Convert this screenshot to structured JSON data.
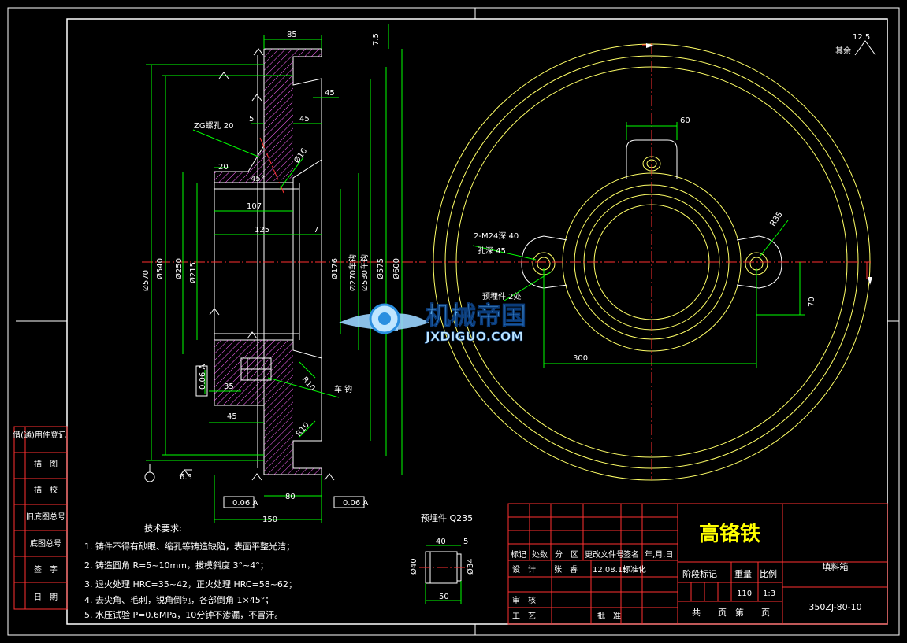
{
  "dimensions": {
    "d85": "85",
    "d75": "7.5",
    "d45a": "45",
    "d45b": "45",
    "d5": "5",
    "zg": "ZG螺孔 20",
    "d20": "20",
    "d45deg": "45°",
    "phi16": "Ø16",
    "d107": "107",
    "d125": "125",
    "d7": "7",
    "phi570": "Ø570",
    "phi540": "Ø540",
    "phi250": "Ø250",
    "phi215": "Ø215",
    "phi176": "Ø176",
    "phi270": "Ø270车钩",
    "phi530": "Ø530车钩",
    "phi575": "Ø575",
    "phi600": "Ø600",
    "r10a": "R10",
    "r10b": "R10",
    "carnote": "车 钩",
    "d35": "35",
    "d45c": "45",
    "d150": "150",
    "d80": "80",
    "r63": "6.3",
    "tol1": "0.06 A",
    "tol2": "0.06 A",
    "tol3": "0.06 A",
    "d60": "60",
    "r35": "R35",
    "m24": "2-M24深 40",
    "kong45": "孔深 45",
    "yumai": "预埋件 2处",
    "d300": "300",
    "d70": "70",
    "rough_top": "12.5",
    "qiyu": "其余"
  },
  "tech": {
    "title": "技术要求:",
    "items": [
      "1. 铸件不得有砂眼、缩孔等铸造缺陷，表面平整光洁；",
      "2. 铸造圆角 R=5~10mm，拔模斜度 3°~4°；",
      "3. 退火处理 HRC=35~42，正火处理 HRC=58~62；",
      "4. 去尖角、毛刺，锐角倒钝，各部倒角 1×45°；",
      "5. 水压试验 P=0.6MPa，10分钟不渗漏，不冒汗。"
    ]
  },
  "part": {
    "title": "预埋件 Q235",
    "d40": "40",
    "d5": "5",
    "phi40": "Ø40",
    "phi34": "Ø34",
    "d50": "50"
  },
  "left_table": [
    "借(通)用件登记",
    "描　图",
    "描　校",
    "旧底图总号",
    "底图总号",
    "签　字",
    "日　期"
  ],
  "title_block": {
    "material": "高铬铁",
    "name": "填料箱",
    "code": "350ZJ-80-10",
    "hdr": [
      "标记",
      "处数",
      "分　区",
      "更改文件号",
      "签名",
      "年,月,日"
    ],
    "design": "设　计",
    "designer": "张　睿",
    "date": "12.08.15",
    "standard": "标准化",
    "review": "审　核",
    "process": "工　艺",
    "approve": "批　准",
    "stage": "阶段标记",
    "weight": "重量",
    "scale_label": "比例",
    "weight_val": "110",
    "scale_val": "1:3",
    "sheets": "共　　页　第　　页"
  },
  "watermark": {
    "cn": "机械帝国",
    "en": "JXDIGUO.COM"
  },
  "colors": {
    "background": "#000000",
    "outline": "#ffffff",
    "dimension": "#00ff00",
    "centerline": "#ff3030",
    "circles": "#ffff66",
    "material": "#ffff00",
    "watermark": "#2aa0ff"
  }
}
